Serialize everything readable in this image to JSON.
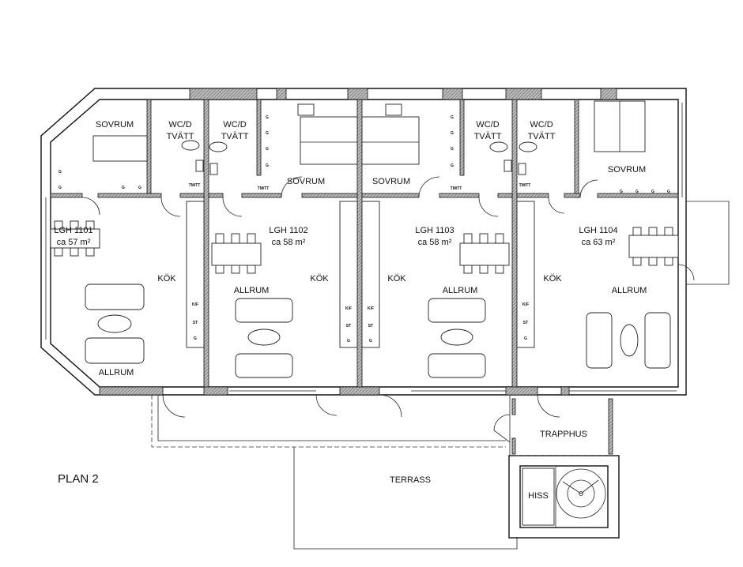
{
  "plan_title": "PLAN 2",
  "rooms": {
    "sovrum": "SOVRUM",
    "wc": "WC/D",
    "tvatt": "TVÄTT",
    "kok": "KÖK",
    "allrum": "ALLRUM",
    "trapphus": "TRAPPHUS",
    "terrass": "TERRASS",
    "hiss": "HISS"
  },
  "apartments": [
    {
      "name": "LGH 1101",
      "area": "ca 57 m²"
    },
    {
      "name": "LGH 1102",
      "area": "ca 58 m²"
    },
    {
      "name": "LGH 1103",
      "area": "ca 58 m²"
    },
    {
      "name": "LGH 1104",
      "area": "ca 63 m²"
    }
  ],
  "appliances": {
    "g": "G",
    "kf": "K/F",
    "st": "ST",
    "tmtt": "TM/TT"
  }
}
